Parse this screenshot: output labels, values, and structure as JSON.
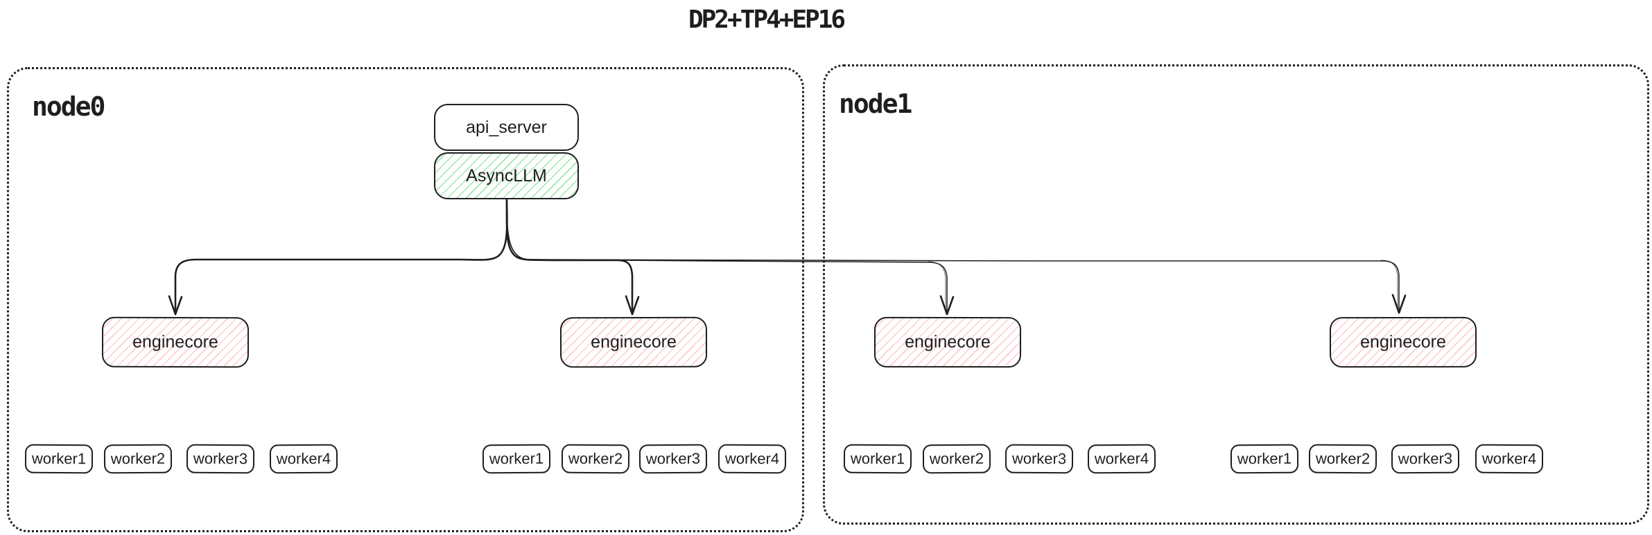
{
  "title": "DP2+TP4+EP16",
  "colors": {
    "ink": "#1e1e1e",
    "red_hatch": "#ffb3b8",
    "green_hatch": "#69db7c",
    "background": "#ffffff"
  },
  "node0": {
    "label": "node0"
  },
  "node1": {
    "label": "node1"
  },
  "api_server": {
    "label": "api_server"
  },
  "async_llm": {
    "label": "AsyncLLM"
  },
  "engine_groups": [
    {
      "node": "node0",
      "enginecore": {
        "label": "enginecore"
      },
      "workers": [
        {
          "label": "worker1"
        },
        {
          "label": "worker2"
        },
        {
          "label": "worker3"
        },
        {
          "label": "worker4"
        }
      ]
    },
    {
      "node": "node0",
      "enginecore": {
        "label": "enginecore"
      },
      "workers": [
        {
          "label": "worker1"
        },
        {
          "label": "worker2"
        },
        {
          "label": "worker3"
        },
        {
          "label": "worker4"
        }
      ]
    },
    {
      "node": "node1",
      "enginecore": {
        "label": "enginecore"
      },
      "workers": [
        {
          "label": "worker1"
        },
        {
          "label": "worker2"
        },
        {
          "label": "worker3"
        },
        {
          "label": "worker4"
        }
      ]
    },
    {
      "node": "node1",
      "enginecore": {
        "label": "enginecore"
      },
      "workers": [
        {
          "label": "worker1"
        },
        {
          "label": "worker2"
        },
        {
          "label": "worker3"
        },
        {
          "label": "worker4"
        }
      ]
    }
  ]
}
